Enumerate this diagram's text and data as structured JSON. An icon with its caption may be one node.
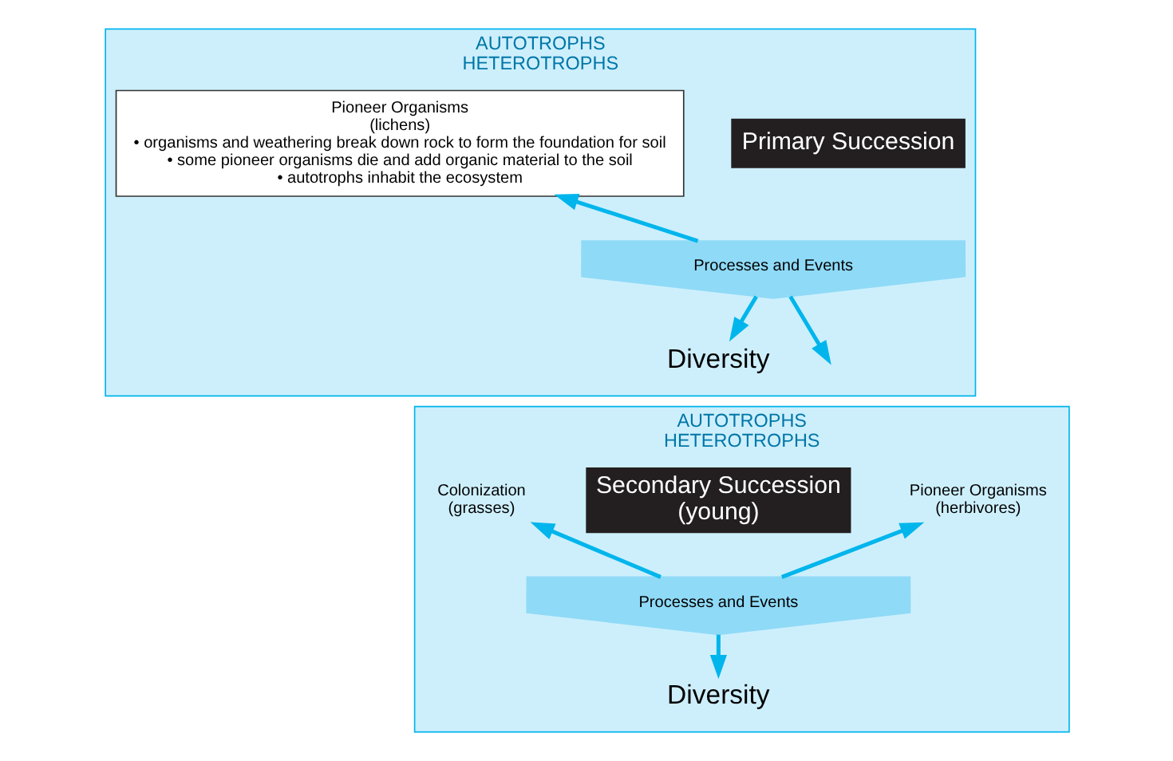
{
  "diagram": {
    "nodes": [
      {
        "text": [
          "AUTOTROPHS",
          "HETEROTROPHS"
        ]
      },
      {
        "text": [
          "Pioneer Organisms",
          "(lichens)",
          "• organisms and weathering break down rock to form the foundation for soil",
          "• some pioneer organisms die and add organic material to the soil",
          "• autotrophs inhabit the ecosystem"
        ],
        "in": 0
      },
      {
        "text": [
          "Primary Succession"
        ],
        "in": 0
      },
      {
        "text": [
          "Processes and Events"
        ],
        "in": 0
      },
      {
        "text": [
          "Diversity"
        ],
        "in": 0
      },
      {
        "text": [
          "AUTOTROPHS",
          "HETEROTROPHS"
        ]
      },
      {
        "text": [
          "Colonization",
          "(grasses)"
        ],
        "in": 5
      },
      {
        "text": [
          "Secondary Succession",
          "(young)"
        ],
        "in": 5
      },
      {
        "text": [
          "Processes and Events"
        ],
        "in": 5
      },
      {
        "text": [
          "Diversity"
        ],
        "in": 5
      },
      {
        "text": [
          "Pioneer Organisms",
          "(herbivores)"
        ],
        "in": 5
      }
    ],
    "edges": [
      {
        "from": 3,
        "to": 1,
        "arrow": "to"
      },
      {
        "from": 3,
        "to": null,
        "arrow": "to"
      },
      {
        "from": 3,
        "to": 4,
        "arrow": "to"
      },
      {
        "from": 8,
        "to": 6,
        "arrow": "to"
      },
      {
        "from": 8,
        "to": 10,
        "arrow": "to"
      },
      {
        "from": 8,
        "to": 9,
        "arrow": "to"
      }
    ]
  }
}
